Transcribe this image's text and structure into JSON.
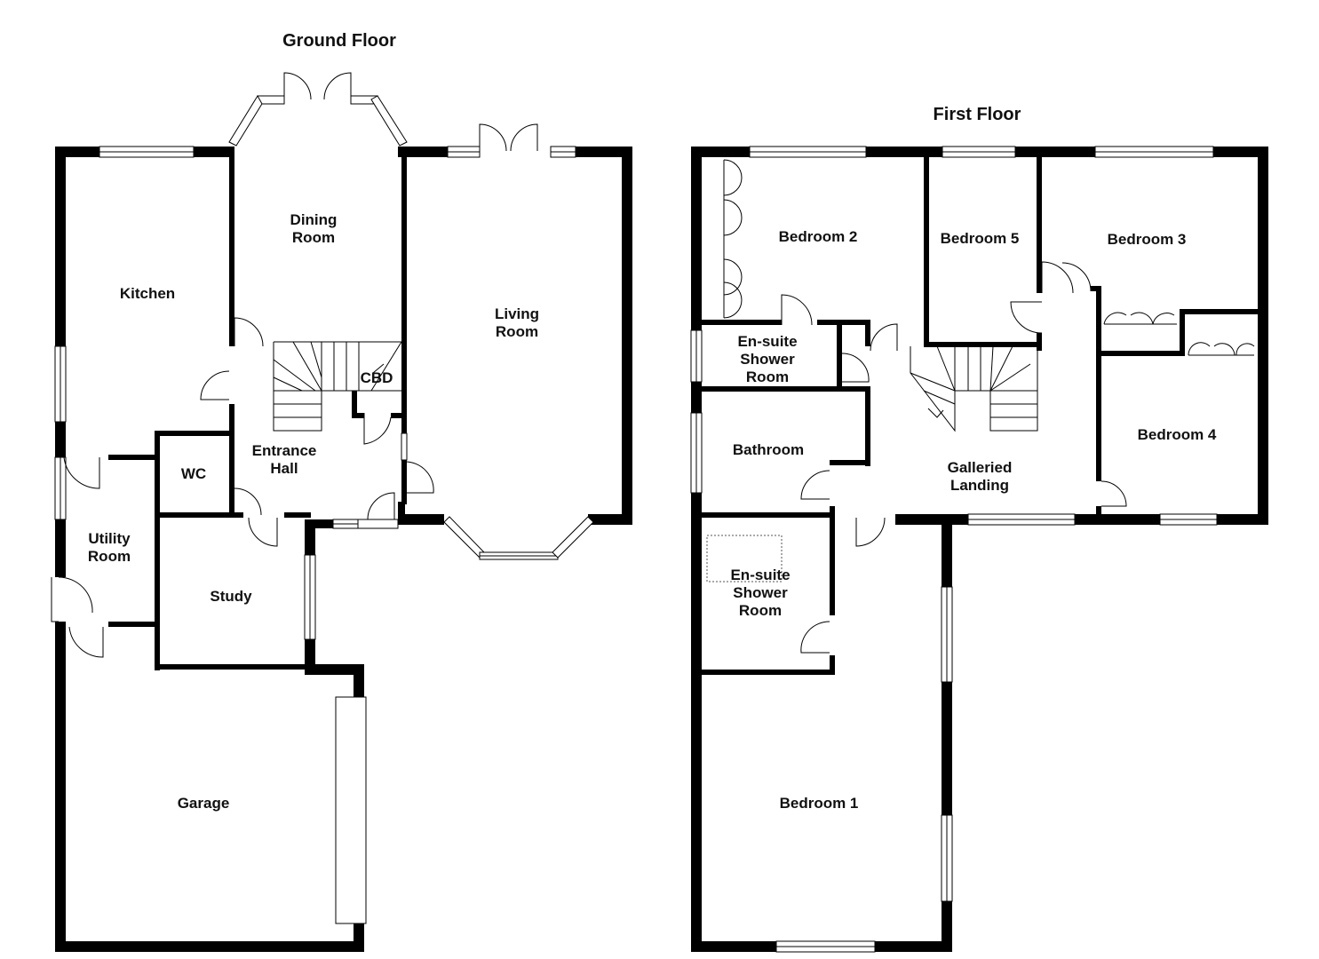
{
  "floors": {
    "ground": {
      "title": "Ground Floor",
      "rooms": {
        "kitchen": [
          "Kitchen"
        ],
        "dining": [
          "Dining",
          "Room"
        ],
        "living": [
          "Living",
          "Room"
        ],
        "cbd": [
          "CBD"
        ],
        "entrance": [
          "Entrance",
          "Hall"
        ],
        "wc": [
          "WC"
        ],
        "utility": [
          "Utility",
          "Room"
        ],
        "study": [
          "Study"
        ],
        "garage": [
          "Garage"
        ]
      }
    },
    "first": {
      "title": "First Floor",
      "rooms": {
        "bedroom2": [
          "Bedroom 2"
        ],
        "bedroom5": [
          "Bedroom 5"
        ],
        "bedroom3": [
          "Bedroom 3"
        ],
        "ensuite_top": [
          "En-suite",
          "Shower",
          "Room"
        ],
        "bedroom4": [
          "Bedroom 4"
        ],
        "bathroom": [
          "Bathroom"
        ],
        "landing": [
          "Galleried",
          "Landing"
        ],
        "ensuite_bottom": [
          "En-suite",
          "Shower",
          "Room"
        ],
        "bedroom1": [
          "Bedroom 1"
        ]
      }
    }
  },
  "colors": {
    "wall": "#000000",
    "background": "#ffffff",
    "text": "#111111"
  }
}
